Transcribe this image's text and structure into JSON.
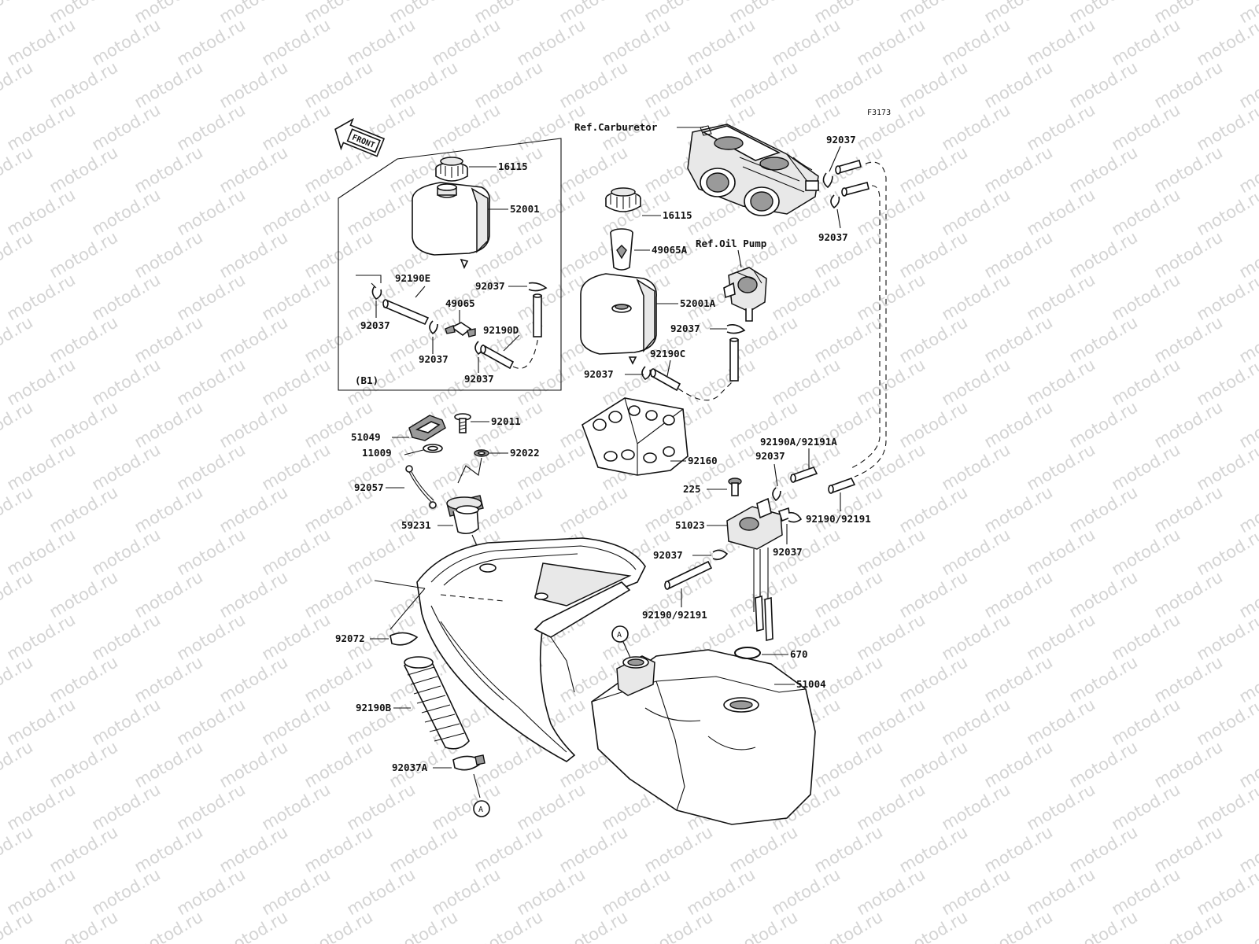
{
  "figure_code": "F3173",
  "watermark": {
    "text": "motod.ru",
    "color": "#d4d4d4"
  },
  "front_arrow": {
    "label": "FRONT"
  },
  "inset": {
    "label": "(B1)"
  },
  "callouts": {
    "c16115_left": "16115",
    "c52001": "52001",
    "c92190E": "92190E",
    "c92037_b1_left": "92037",
    "c92037_b1_top": "92037",
    "c49065": "49065",
    "c92190D": "92190D",
    "c92037_b1_mid": "92037",
    "c92037_b1_low": "92037",
    "ref_carburetor": "Ref.Carburetor",
    "c92037_carb_top": "92037",
    "c92037_carb_low": "92037",
    "c16115_right": "16115",
    "c49065A": "49065A",
    "ref_oil_pump": "Ref.Oil Pump",
    "c52001A": "52001A",
    "c92037_pump": "92037",
    "c92190C": "92190C",
    "c92037_oil_left": "92037",
    "c92011": "92011",
    "c51049": "51049",
    "c11009": "11009",
    "c92022": "92022",
    "c92057": "92057",
    "c92160": "92160",
    "c92190A_92191A": "92190A/92191A",
    "c92037_valve_top": "92037",
    "c225": "225",
    "c59231": "59231",
    "c51023": "51023",
    "c92190_92191_right": "92190/92191",
    "c92037_valve_left": "92037",
    "c92037_valve_right": "92037",
    "c92190_92191_low": "92190/92191",
    "c92072": "92072",
    "cA_hose": "A",
    "c670": "670",
    "c51004": "51004",
    "c92190B": "92190B",
    "c92037A": "92037A",
    "cA_bottom": "A"
  }
}
